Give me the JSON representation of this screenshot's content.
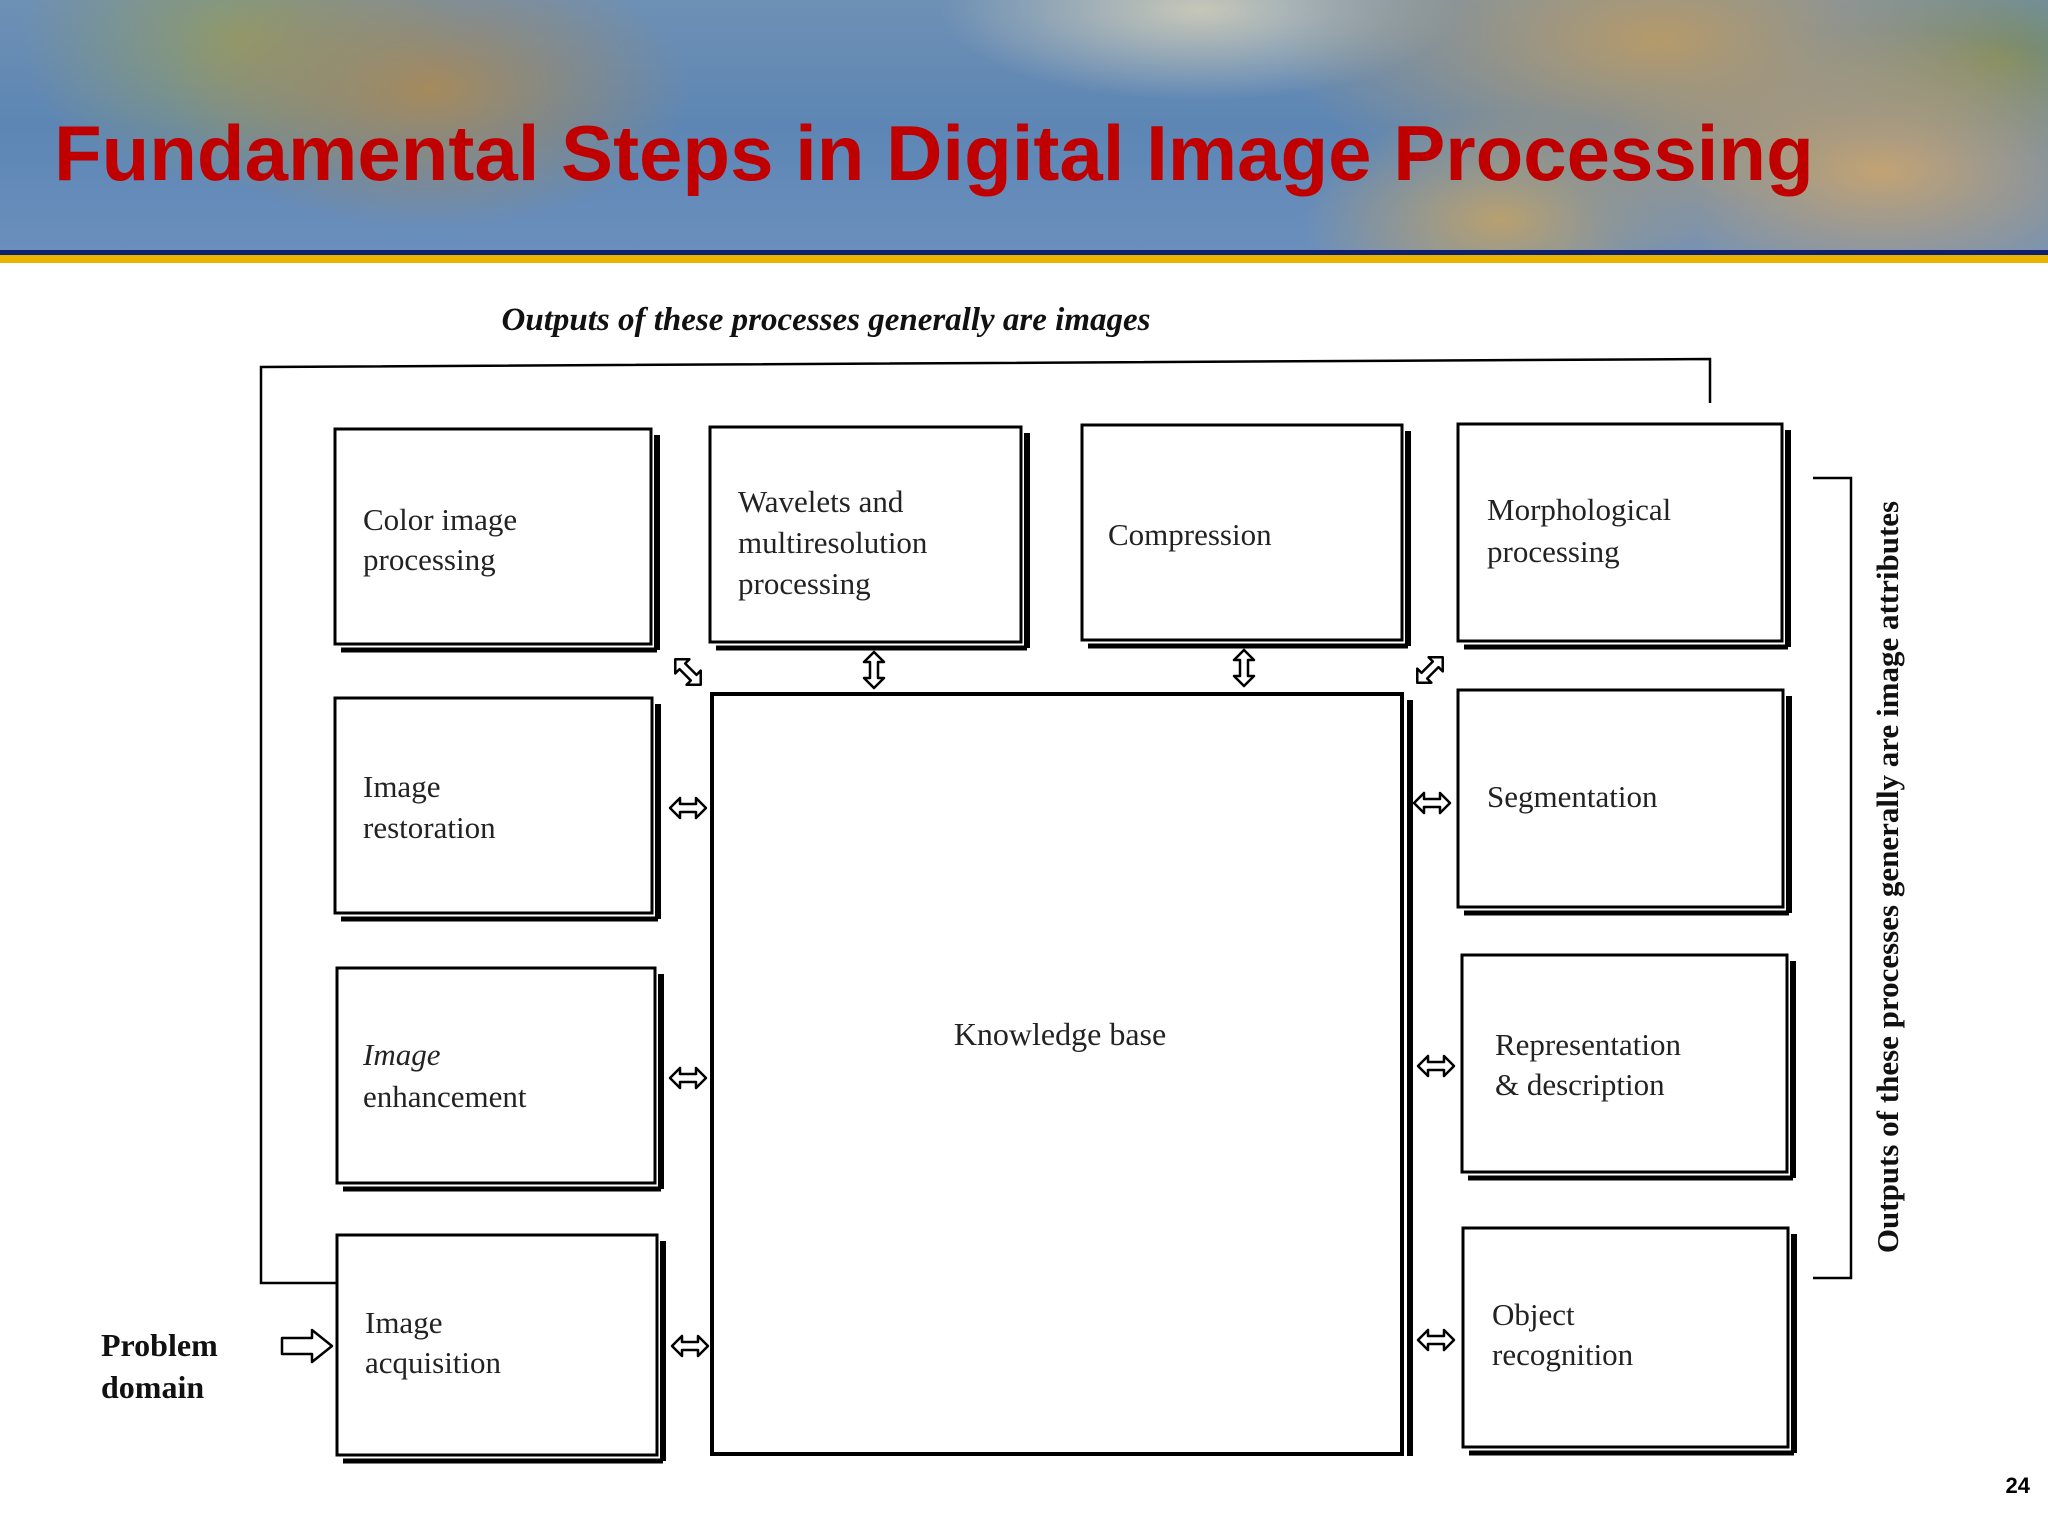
{
  "slide": {
    "title": "Fundamental Steps in Digital Image Processing",
    "page_number": "24"
  },
  "diagram": {
    "top_caption": "Outputs of these processes generally are images",
    "side_caption": "Outputs of these processes generally are image attributes",
    "input_label_line1": "Problem",
    "input_label_line2": "domain",
    "knowledge_base": "Knowledge base",
    "boxes": {
      "color": [
        "Color image",
        "processing"
      ],
      "wavelets": [
        "Wavelets and",
        "multiresolution",
        "processing"
      ],
      "compression": [
        "Compression"
      ],
      "morphological": [
        "Morphological",
        "processing"
      ],
      "restoration": [
        "Image",
        "restoration"
      ],
      "segmentation": [
        "Segmentation"
      ],
      "enhancement": [
        "Image",
        "enhancement"
      ],
      "representation": [
        "Representation",
        "& description"
      ],
      "acquisition": [
        "Image",
        "acquisition"
      ],
      "recognition": [
        "Object",
        "recognition"
      ]
    }
  },
  "colors": {
    "title": "#c00000",
    "header_rule_blue": "#0d1f6e",
    "header_rule_gold": "#e9b400"
  }
}
